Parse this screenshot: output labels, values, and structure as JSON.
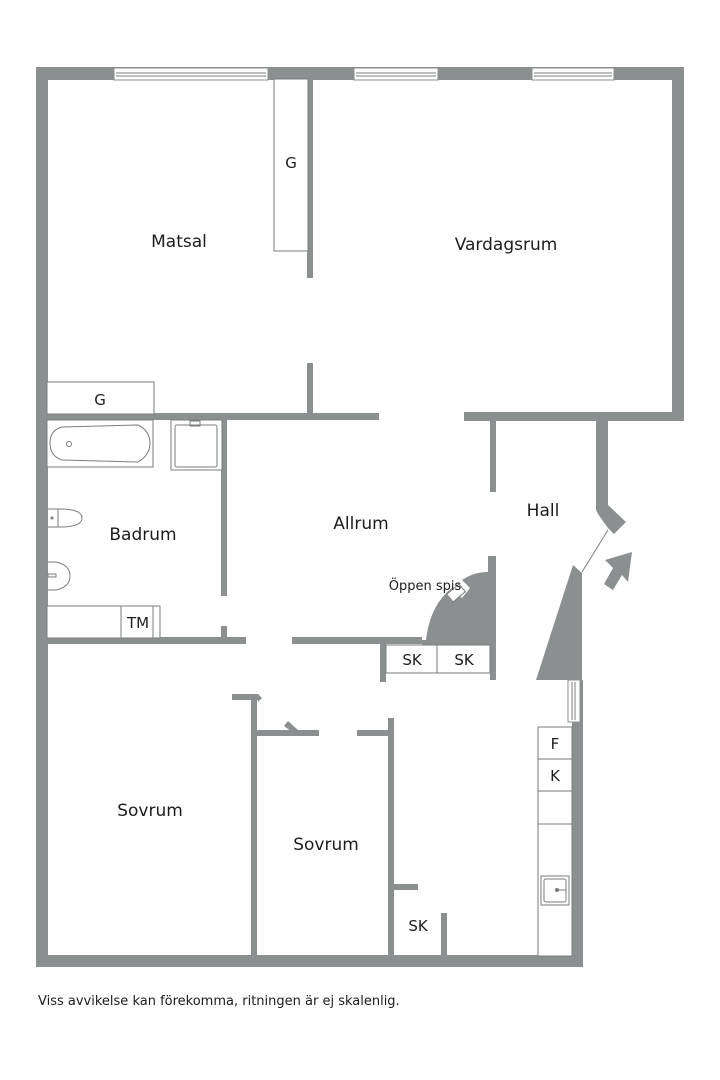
{
  "floorplan": {
    "rooms": {
      "matsal": "Matsal",
      "vardagsrum": "Vardagsrum",
      "badrum": "Badrum",
      "allrum": "Allrum",
      "hall": "Hall",
      "sovrum_1": "Sovrum",
      "sovrum_2": "Sovrum"
    },
    "fixtures": {
      "g_matsal": "G",
      "g_corridor": "G",
      "tm": "TM",
      "oppen_spis": "Öppen spis",
      "sk_1": "SK",
      "sk_2": "SK",
      "sk_3": "SK",
      "kitchen_f": "F",
      "kitchen_k": "K"
    },
    "entrance_icon": "entrance-arrow",
    "colors": {
      "wall": "#8c8f90",
      "background": "#ffffff",
      "text": "#1c1c1c"
    }
  },
  "footer": {
    "disclaimer": "Viss avvikelse kan förekomma, ritningen är ej skalenlig."
  }
}
